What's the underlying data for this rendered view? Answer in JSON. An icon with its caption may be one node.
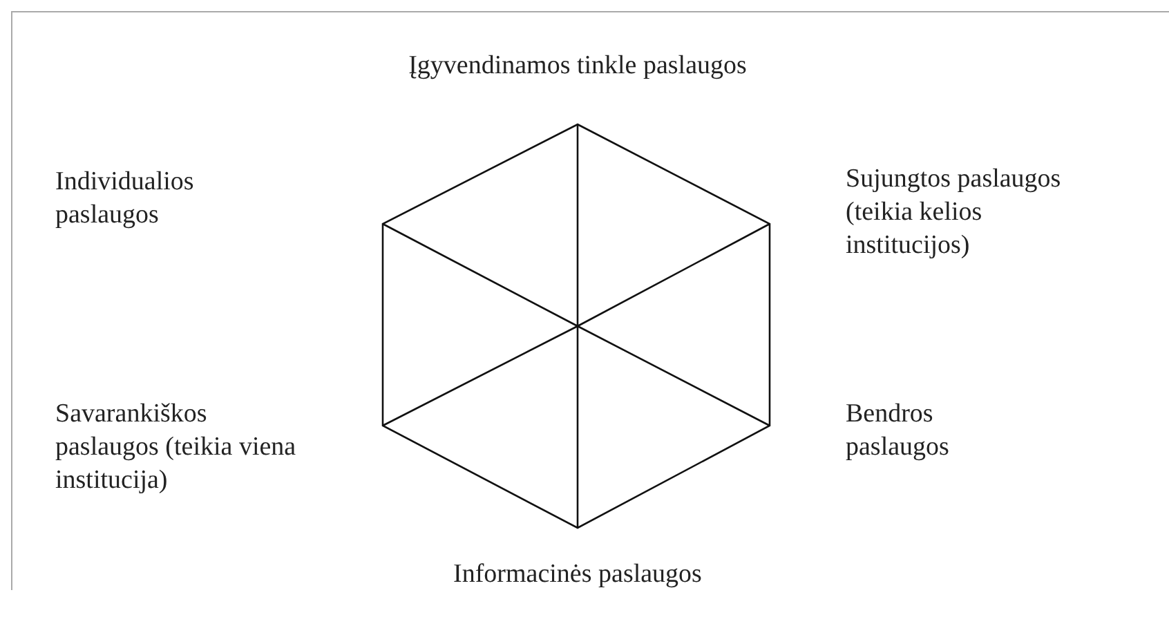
{
  "diagram": {
    "labels": [
      "Įgyvendinamos tinkle paslaugos",
      "Individualios paslaugos",
      "Sujungtos paslaugos (teikia kelios institucijos)",
      "Savarankiškos paslaugos (teikia viena institucija)",
      "Bendros paslaugos",
      "Informacinės paslaugos"
    ]
  }
}
